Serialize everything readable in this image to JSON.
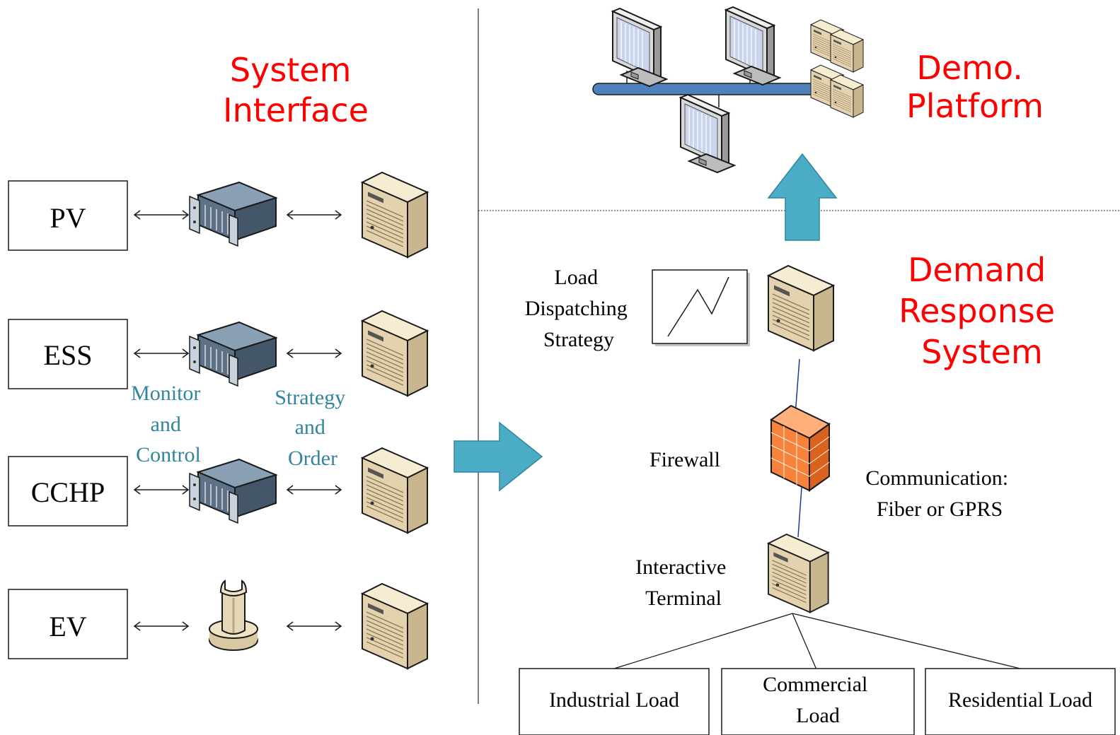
{
  "left": {
    "heading": [
      "System",
      "Interface"
    ],
    "sources": [
      "PV",
      "ESS",
      "CCHP",
      "EV"
    ],
    "label_monitor": [
      "Monitor",
      "and",
      "Control"
    ],
    "label_strategy": [
      "Strategy",
      "and",
      "Order"
    ]
  },
  "right": {
    "demo_heading": [
      "Demo.",
      "Platform"
    ],
    "dr_heading": [
      "Demand",
      "Response",
      "System"
    ],
    "load_dispatch": [
      "Load",
      "Dispatching",
      "Strategy"
    ],
    "firewall": "Firewall",
    "communication": [
      "Communication:",
      "Fiber or GPRS"
    ],
    "interactive_terminal": [
      "Interactive",
      "Terminal"
    ],
    "loads": {
      "industrial": "Industrial Load",
      "commercial": [
        "Commercial",
        "Load"
      ],
      "residential": "Residential Load"
    }
  },
  "colors": {
    "heading_red": "#ff0000",
    "label_teal": "#31859c",
    "arrow_teal": "#4bacc6",
    "bus_blue": "#4f81bd",
    "server_beige": "#e6d7b7",
    "firewall_orange": "#f7823a"
  }
}
